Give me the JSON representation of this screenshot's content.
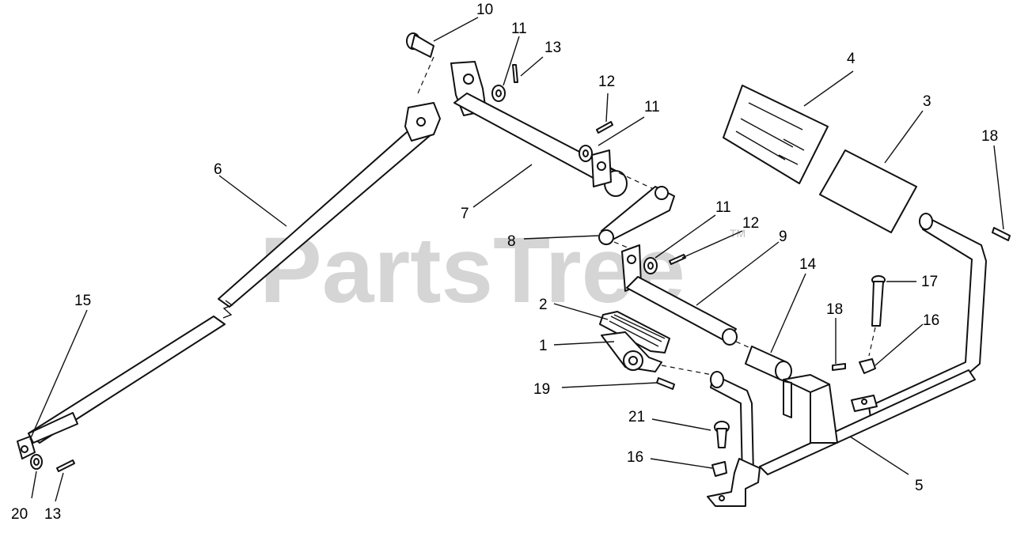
{
  "diagram": {
    "watermark": "PartsTree",
    "watermark_tm": "TM",
    "callouts": {
      "c1": "1",
      "c2": "2",
      "c3": "3",
      "c4": "4",
      "c5": "5",
      "c6": "6",
      "c7": "7",
      "c8": "8",
      "c9": "9",
      "c10": "10",
      "c11a": "11",
      "c11b": "11",
      "c11c": "11",
      "c12a": "12",
      "c12b": "12",
      "c13a": "13",
      "c13b": "13",
      "c14": "14",
      "c15": "15",
      "c16a": "16",
      "c16b": "16",
      "c17": "17",
      "c18a": "18",
      "c18b": "18",
      "c19": "19",
      "c20": "20",
      "c21": "21"
    }
  }
}
